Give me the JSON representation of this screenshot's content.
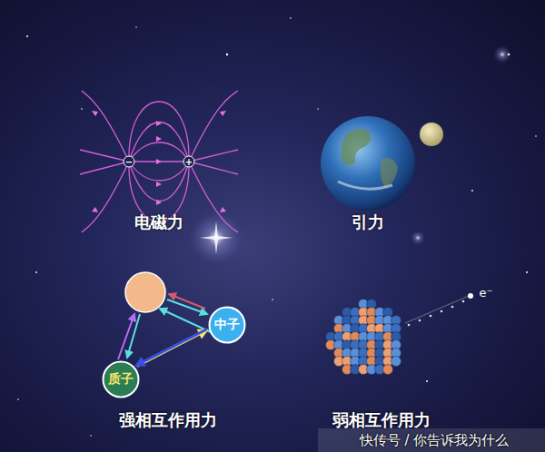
{
  "diagram": {
    "nodes": [
      {
        "text": [
          "中子"
        ]
      },
      {
        "text": [
          "质子"
        ]
      }
    ],
    "edges": [
      {
        "from": 1,
        "to": 0,
        "arrow": "to"
      },
      {
        "from": 0,
        "to": 1,
        "arrow": "to"
      }
    ],
    "labels": [
      "电磁力",
      "引力",
      "强相互作用力",
      "弱相互作用力",
      "−",
      "+",
      "e⁻",
      "快传号 / 你告诉我为什么"
    ]
  }
}
